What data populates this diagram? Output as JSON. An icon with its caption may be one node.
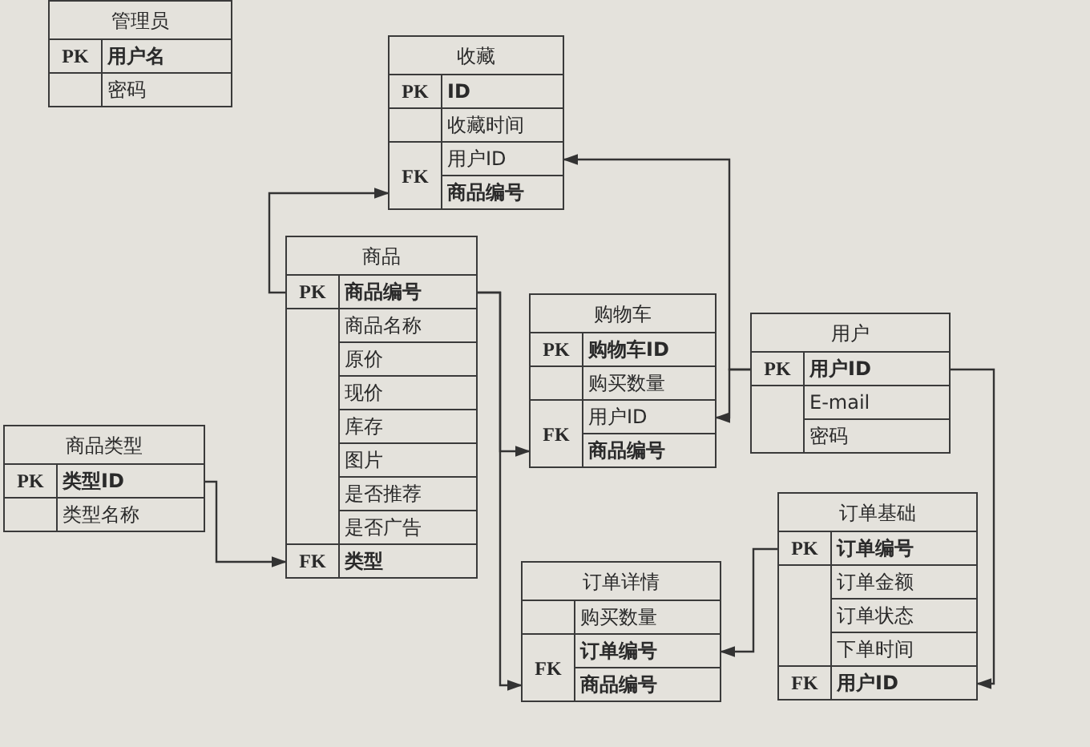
{
  "diagram": {
    "nodes": [
      {
        "text": [
          "管理员"
        ]
      },
      {
        "text": [
          "用户名"
        ],
        "in": 0
      },
      {
        "text": [
          "密码"
        ],
        "in": 0
      },
      {
        "text": [
          "收藏"
        ]
      },
      {
        "text": [
          "ID"
        ],
        "in": 3
      },
      {
        "text": [
          "收藏时间"
        ],
        "in": 3
      },
      {
        "text": [
          "用户ID"
        ],
        "in": 3
      },
      {
        "text": [
          "商品编号"
        ],
        "in": 3
      },
      {
        "text": [
          "商品"
        ]
      },
      {
        "text": [
          "商品编号"
        ],
        "in": 8
      },
      {
        "text": [
          "商品名称"
        ],
        "in": 8
      },
      {
        "text": [
          "原价"
        ],
        "in": 8
      },
      {
        "text": [
          "现价"
        ],
        "in": 8
      },
      {
        "text": [
          "库存"
        ],
        "in": 8
      },
      {
        "text": [
          "图片"
        ],
        "in": 8
      },
      {
        "text": [
          "是否推荐"
        ],
        "in": 8
      },
      {
        "text": [
          "是否广告"
        ],
        "in": 8
      },
      {
        "text": [
          "类型"
        ],
        "in": 8
      },
      {
        "text": [
          "商品类型"
        ]
      },
      {
        "text": [
          "类型ID"
        ],
        "in": 18
      },
      {
        "text": [
          "类型名称"
        ],
        "in": 18
      },
      {
        "text": [
          "购物车"
        ]
      },
      {
        "text": [
          "购物车ID"
        ],
        "in": 21
      },
      {
        "text": [
          "购买数量"
        ],
        "in": 21
      },
      {
        "text": [
          "用户ID"
        ],
        "in": 21
      },
      {
        "text": [
          "商品编号"
        ],
        "in": 21
      },
      {
        "text": [
          "用户"
        ]
      },
      {
        "text": [
          "用户ID"
        ],
        "in": 26
      },
      {
        "text": [
          "E-mail"
        ],
        "in": 26
      },
      {
        "text": [
          "密码"
        ],
        "in": 26
      },
      {
        "text": [
          "订单详情"
        ]
      },
      {
        "text": [
          "购买数量"
        ],
        "in": 30
      },
      {
        "text": [
          "订单编号"
        ],
        "in": 30
      },
      {
        "text": [
          "商品编号"
        ],
        "in": 30
      },
      {
        "text": [
          "订单基础"
        ]
      },
      {
        "text": [
          "订单编号"
        ],
        "in": 34
      },
      {
        "text": [
          "订单金额"
        ],
        "in": 34
      },
      {
        "text": [
          "订单状态"
        ],
        "in": 34
      },
      {
        "text": [
          "下单时间"
        ],
        "in": 34
      },
      {
        "text": [
          "用户ID"
        ],
        "in": 34
      }
    ],
    "edges": [
      {
        "from": 9,
        "to": 7,
        "arrow": "to"
      },
      {
        "from": 27,
        "to": 6,
        "arrow": "to"
      },
      {
        "from": 27,
        "to": 24,
        "arrow": "to"
      },
      {
        "from": 9,
        "to": 25,
        "arrow": "to"
      },
      {
        "from": 9,
        "to": 33,
        "arrow": "to"
      },
      {
        "from": 19,
        "to": 17,
        "arrow": "to"
      },
      {
        "from": 35,
        "to": 32,
        "arrow": "to"
      },
      {
        "from": 27,
        "to": 39,
        "arrow": "to"
      }
    ],
    "labels": [
      "PK",
      "PK",
      "FK",
      "PK",
      "FK",
      "PK",
      "PK",
      "FK",
      "PK",
      "FK",
      "PK",
      "FK"
    ]
  }
}
